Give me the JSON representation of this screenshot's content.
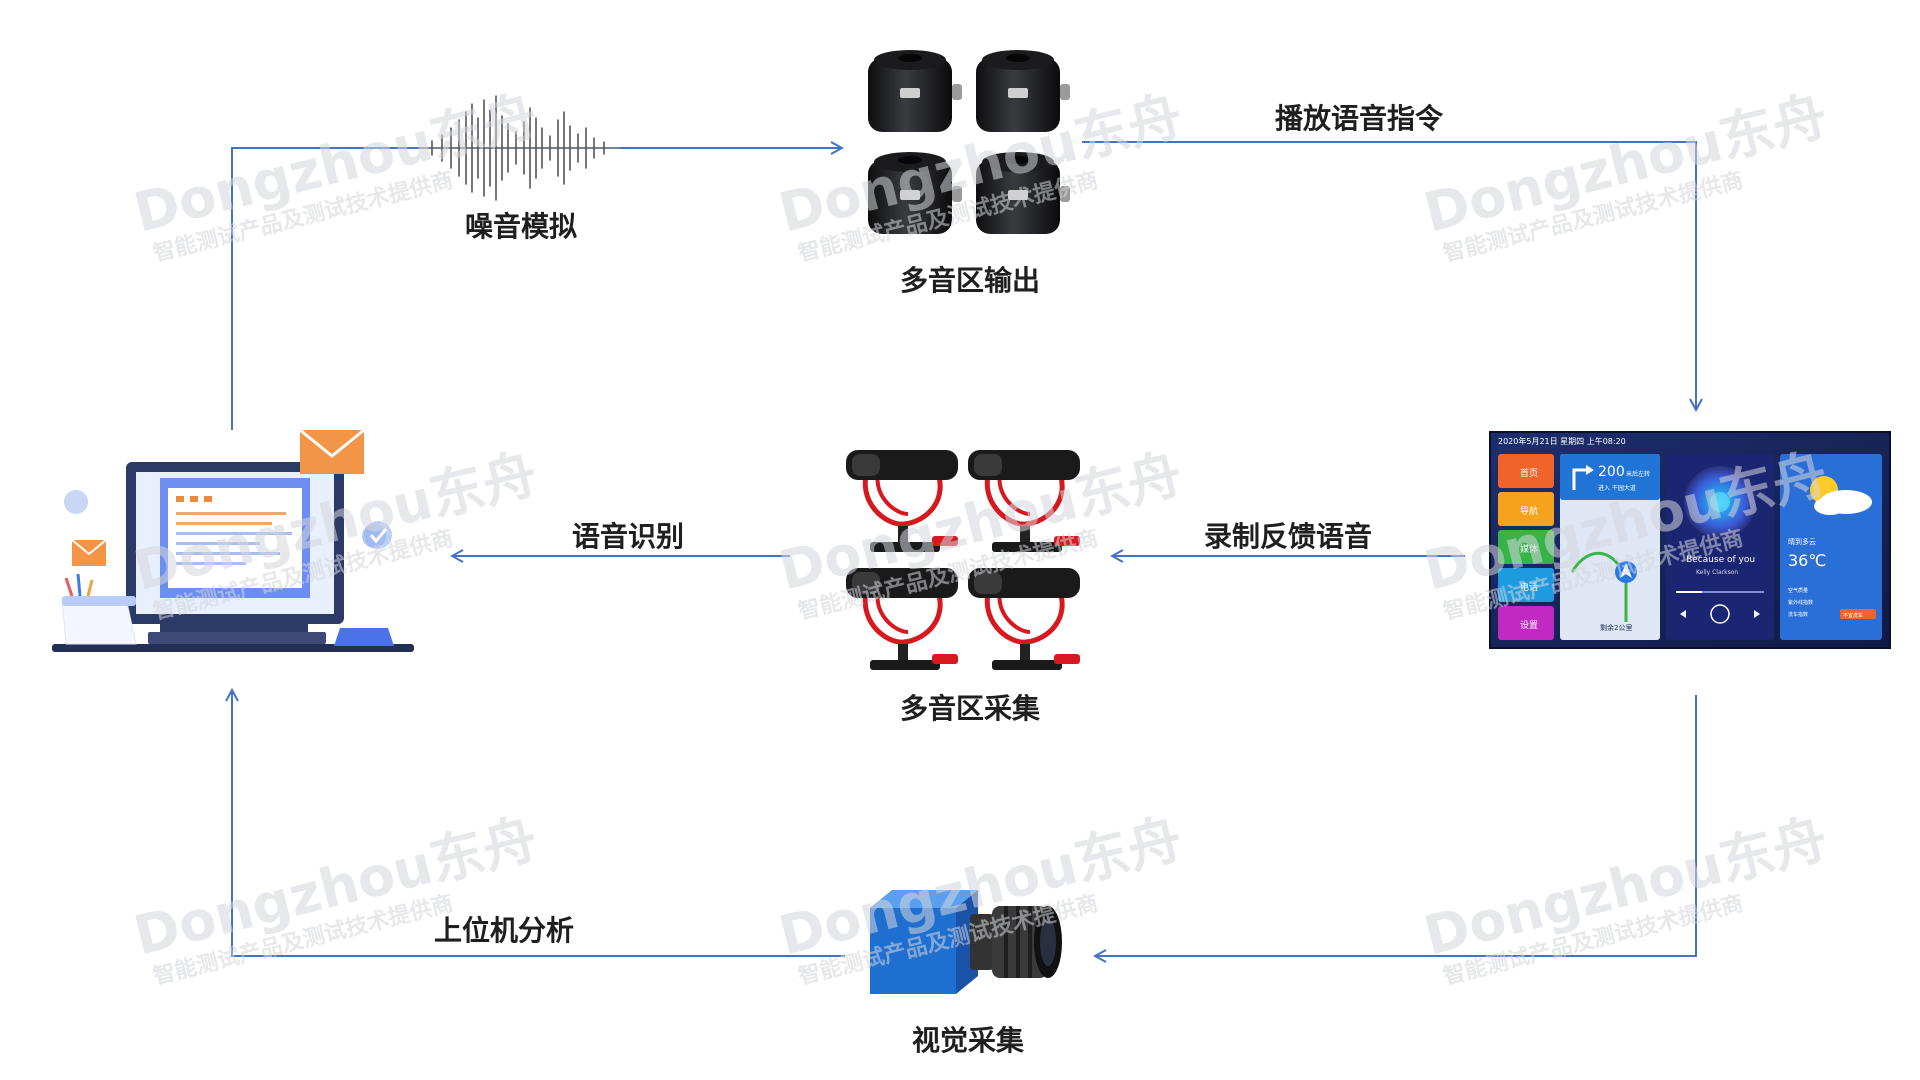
{
  "labels": {
    "noise_sim": "噪音模拟",
    "multi_zone_output": "多音区输出",
    "play_voice_command": "播放语音指令",
    "speech_recognition": "语音识别",
    "record_feedback_voice": "录制反馈语音",
    "multi_zone_capture": "多音区采集",
    "host_analysis": "上位机分析",
    "visual_capture": "视觉采集"
  },
  "watermark": {
    "brand_latin": "Dongzhou",
    "brand_cn": "东舟",
    "tagline": "智能测试产品及测试技术提供商"
  },
  "hmi": {
    "status_time": "2020年5月21日 星期四 上午08:20",
    "menu": [
      "首页",
      "导航",
      "媒体",
      "电话",
      "设置"
    ],
    "nav_distance": "200",
    "nav_distance_unit": "米后左转",
    "nav_road": "进入 干园大道",
    "nav_remaining": "剩余2公里",
    "music_title": "Because of you",
    "music_artist": "Kelly Clarkson",
    "weather_desc": "晴到多云",
    "weather_temp": "36℃",
    "weather_rows": [
      "空气质量",
      "紫外线指数",
      "洗车指数"
    ],
    "weather_badge": "不宜洗车"
  },
  "colors": {
    "arrow": "#4472c4",
    "label_text": "#1f1f1f",
    "hmi_bg": "#1b2a63",
    "mic_red": "#d7191f",
    "camera_blue": "#1f6fd1",
    "watermark": "#d3d5da"
  },
  "icons": {
    "computer": "computer-icon",
    "speakers": "speaker-icon",
    "waveform": "waveform-icon",
    "microphones": "microphone-icon",
    "camera": "camera-icon",
    "screen": "infotainment-screen"
  }
}
